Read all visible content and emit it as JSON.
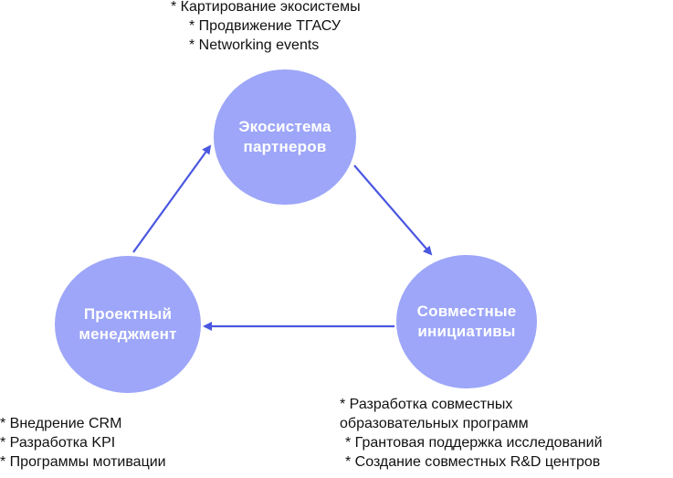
{
  "colors": {
    "node_fill": "#9da6f8",
    "arrow": "#4a57e0",
    "text": "#111111"
  },
  "nodes": {
    "top": {
      "line1": "Экосистема",
      "line2": "партнеров"
    },
    "right": {
      "line1": "Совместные",
      "line2": "инициативы"
    },
    "left": {
      "line1": "Проектный",
      "line2": "менеджмент"
    }
  },
  "notes": {
    "top": [
      "* Картирование экосистемы",
      "* Продвижение ТГАСУ",
      "* Networking events"
    ],
    "right": [
      "* Разработка совместных",
      "образовательных программ",
      "* Грантовая поддержка исследований",
      "* Создание совместных R&D центров"
    ],
    "left": [
      "* Внедрение CRM",
      "* Разработка KPI",
      "* Программы мотивации"
    ]
  }
}
